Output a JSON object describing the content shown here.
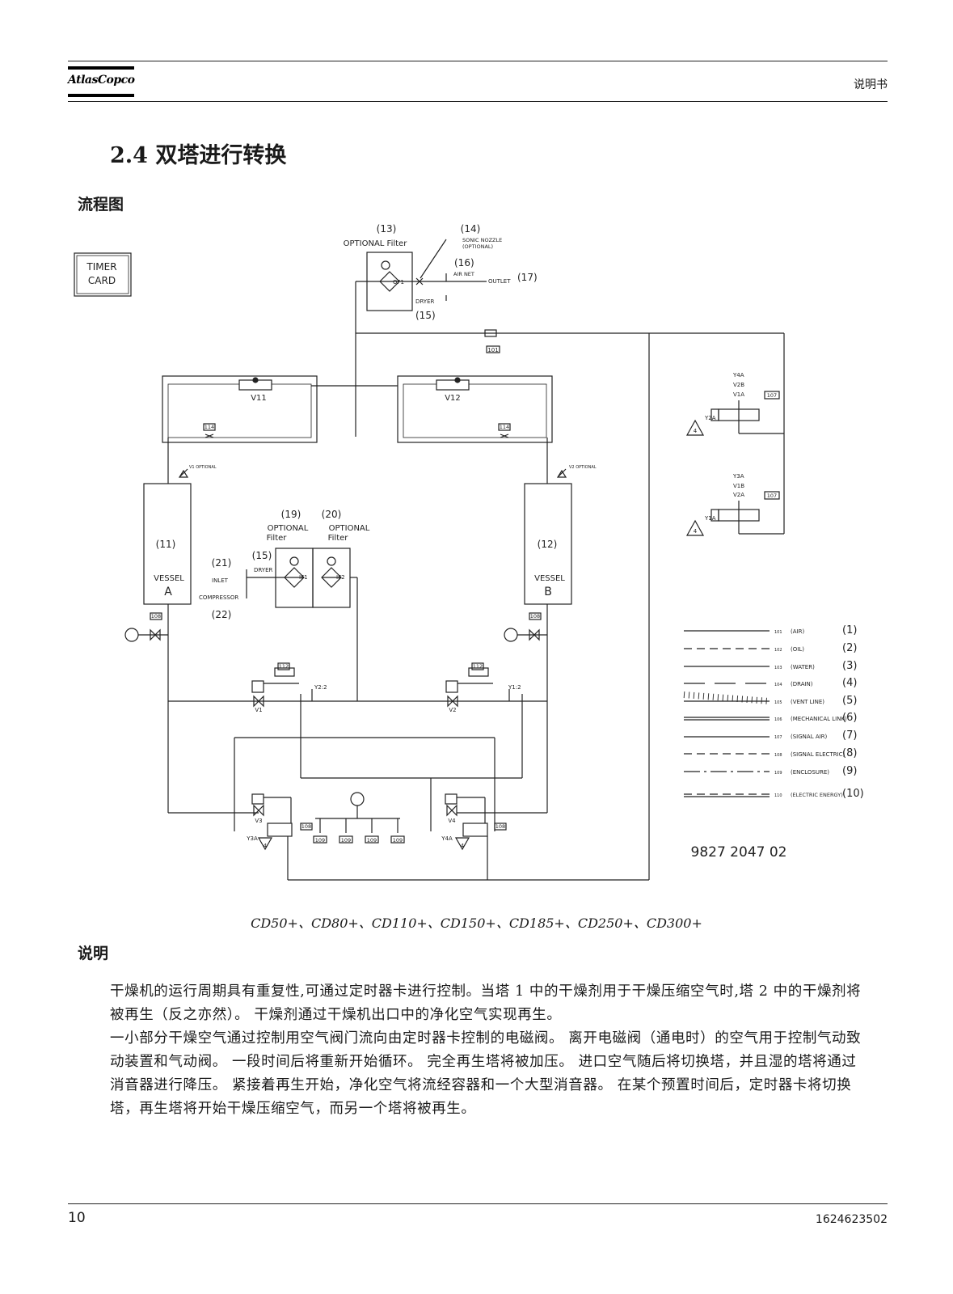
{
  "header": {
    "logo_text": "AtlasCopco",
    "doc_type": "说明书"
  },
  "section_title": "2.4 双塔进行转换",
  "flowchart_heading": "流程图",
  "diagram": {
    "timer_card": [
      "TIMER",
      "CARD"
    ],
    "labels": {
      "n13": "(13)",
      "optional_filter_top": "OPTIONAL Filter",
      "n14": "(14)",
      "sonic_nozzle": "SONIC NOZZLE",
      "sonic_optional": "(OPTIONAL)",
      "n16": "(16)",
      "air_net": "AIR NET",
      "outlet": "OUTLET",
      "n17": "(17)",
      "dryer_top": "DRYER",
      "n15_top": "(15)",
      "of1": "OF1",
      "p101": "101",
      "v11": "V11",
      "v12": "V12",
      "p114a": "114",
      "p114b": "114",
      "v1_opt": "V1 OPTIONAL",
      "v2_opt": "V2 OPTIONAL",
      "n11": "(11)",
      "vessel_a": "VESSEL",
      "a": "A",
      "n12": "(12)",
      "vessel_b": "VESSEL",
      "b": "B",
      "n19": "(19)",
      "n20": "(20)",
      "optional19": "OPTIONAL",
      "filter19": "Filter",
      "optional20": "OPTIONAL",
      "filter20": "Filter",
      "n21": "(21)",
      "n15_mid": "(15)",
      "dryer_mid": "DRYER",
      "inlet": "INLET",
      "compressor": "COMPRESSOR",
      "n22": "(22)",
      "if1": "IF1",
      "if2": "IF2",
      "p108a": "108",
      "p108b": "108",
      "p112a": "112",
      "p112b": "112",
      "y22": "Y2:2",
      "y12": "Y1:2",
      "v1": "V1",
      "v2": "V2",
      "v3": "V3",
      "v4": "V4",
      "y3a": "Y3A",
      "y4a": "Y4A",
      "p108c": "108",
      "p108d": "108",
      "p109a": "109",
      "p109b": "109",
      "p109c": "109",
      "p109d": "109",
      "y4a_r": "Y4A",
      "v2b": "V2B",
      "v1a": "V1A",
      "p107a": "107",
      "y2a": "Y2A",
      "y3a_r": "Y3A",
      "v1b": "V1B",
      "v2a": "V2A",
      "p107b": "107",
      "y1a": "Y1A",
      "warn": "4",
      "drawing_no": "9827 2047 02"
    },
    "legend": [
      {
        "code": "101",
        "name": "(AIR)",
        "num": "(1)",
        "style": "solid"
      },
      {
        "code": "102",
        "name": "(OIL)",
        "num": "(2)",
        "style": "dash"
      },
      {
        "code": "103",
        "name": "(WATER)",
        "num": "(3)",
        "style": "solid"
      },
      {
        "code": "104",
        "name": "(DRAIN)",
        "num": "(4)",
        "style": "longdash"
      },
      {
        "code": "105",
        "name": "(VENT LINE)",
        "num": "(5)",
        "style": "vent"
      },
      {
        "code": "106",
        "name": "(MECHANICAL LINK)",
        "num": "(6)",
        "style": "double"
      },
      {
        "code": "107",
        "name": "(SIGNAL AIR)",
        "num": "(7)",
        "style": "solid"
      },
      {
        "code": "108",
        "name": "(SIGNAL ELECTRIC)",
        "num": "(8)",
        "style": "dash"
      },
      {
        "code": "109",
        "name": "(ENCLOSURE)",
        "num": "(9)",
        "style": "dashdot"
      },
      {
        "code": "110",
        "name": "(ELECTRIC ENERGY)",
        "num": "(10)",
        "style": "doubledash"
      }
    ]
  },
  "models_caption": "CD50+、CD80+、CD110+、CD150+、CD185+、CD250+、CD300+",
  "explanation_heading": "说明",
  "body": [
    "干燥机的运行周期具有重复性,可通过定时器卡进行控制。当塔 1 中的干燥剂用于干燥压缩空气时,塔 2 中的干燥剂将被再生（反之亦然）。 干燥剂通过干燥机出口中的净化空气实现再生。",
    "一小部分干燥空气通过控制用空气阀门流向由定时器卡控制的电磁阀。 离开电磁阀（通电时）的空气用于控制气动致动装置和气动阀。 一段时间后将重新开始循环。 完全再生塔将被加压。 进口空气随后将切换塔，并且湿的塔将通过消音器进行降压。 紧接着再生开始，净化空气将流经容器和一个大型消音器。 在某个预置时间后，定时器卡将切换塔，再生塔将开始干燥压缩空气，而另一个塔将被再生。"
  ],
  "footer": {
    "page_number": "10",
    "doc_number": "1624623502"
  }
}
